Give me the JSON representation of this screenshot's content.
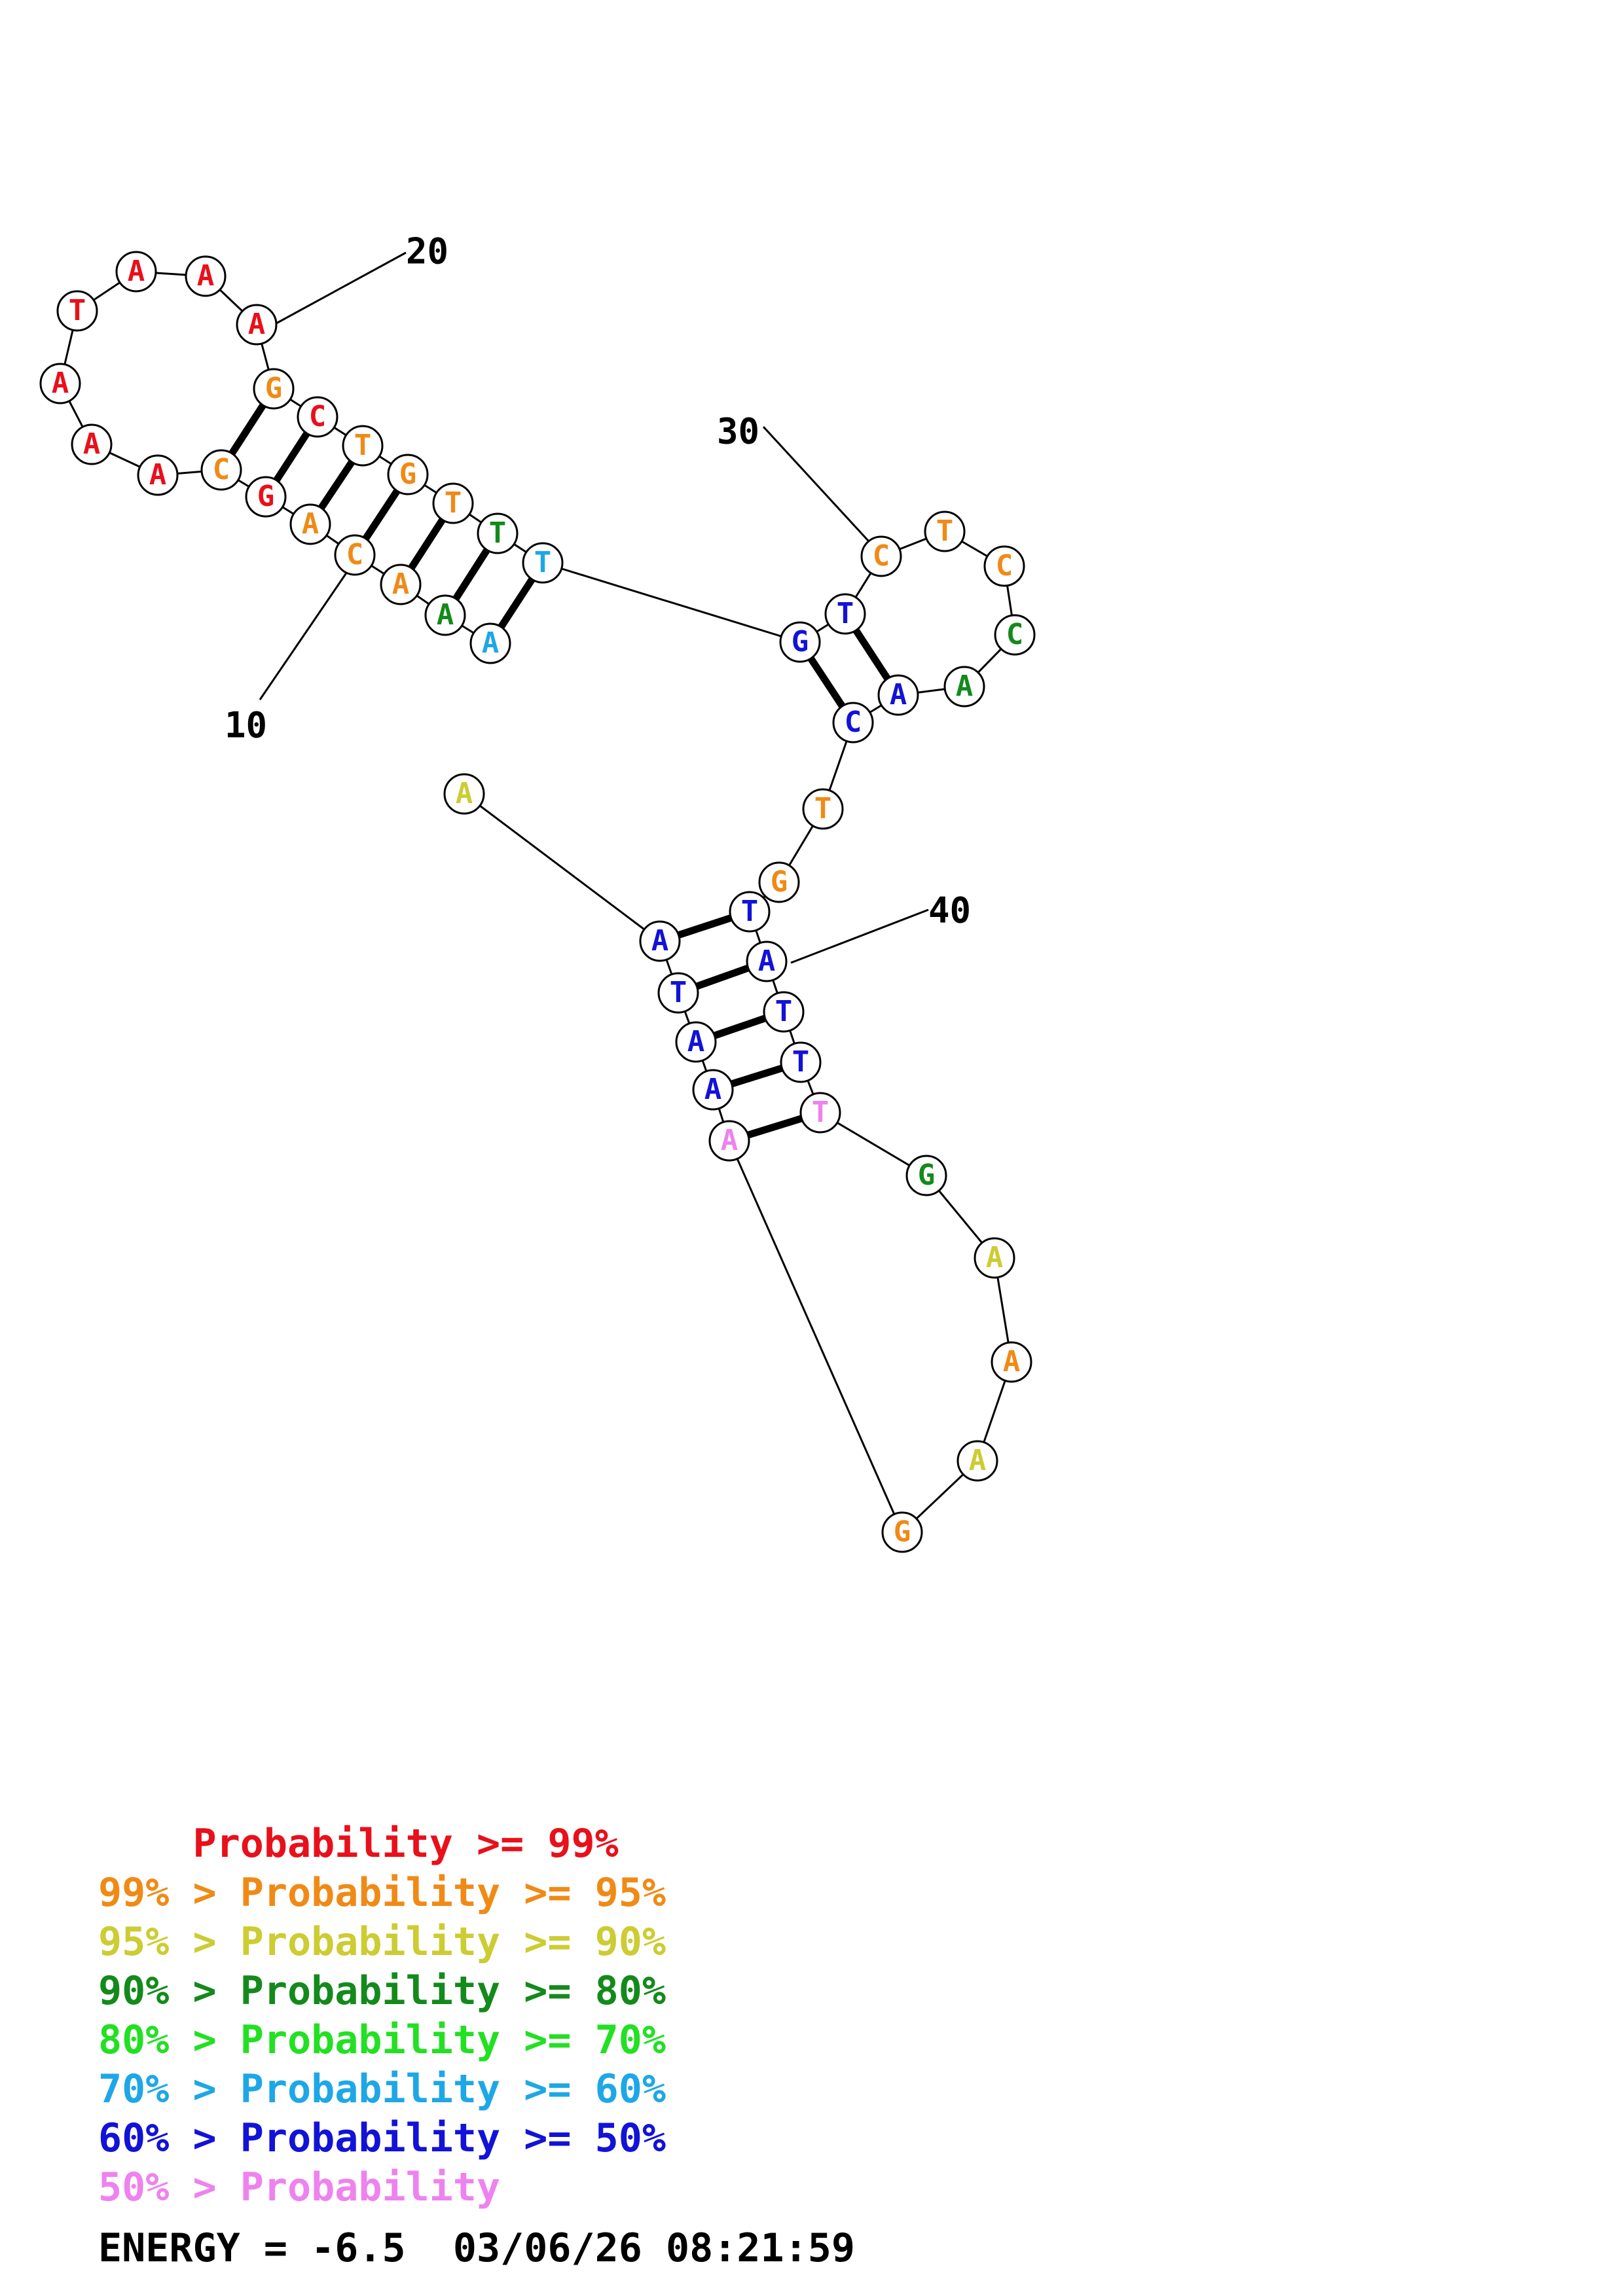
{
  "colors": {
    "red": "#e8101b",
    "orange": "#f08a16",
    "yellow": "#cccc33",
    "darkgreen": "#138a1b",
    "green": "#22e022",
    "cyan": "#1ea7e6",
    "blue": "#1212d8",
    "pink": "#ee82ee"
  },
  "sequence": [
    {
      "n": 1,
      "base": "A",
      "color": "cyan"
    },
    {
      "n": 2,
      "base": "A",
      "color": "darkgreen"
    },
    {
      "n": 3,
      "base": "A",
      "color": "orange"
    },
    {
      "n": 4,
      "base": "C",
      "color": "orange"
    },
    {
      "n": 5,
      "base": "A",
      "color": "orange"
    },
    {
      "n": 6,
      "base": "G",
      "color": "red"
    },
    {
      "n": 7,
      "base": "C",
      "color": "orange"
    },
    {
      "n": 8,
      "base": "A",
      "color": "red"
    },
    {
      "n": 9,
      "base": "A",
      "color": "red"
    },
    {
      "n": 10,
      "base": "A",
      "color": "red"
    },
    {
      "n": 11,
      "base": "T",
      "color": "red"
    },
    {
      "n": 12,
      "base": "A",
      "color": "red"
    },
    {
      "n": 13,
      "base": "A",
      "color": "red"
    },
    {
      "n": 14,
      "base": "A",
      "color": "red"
    },
    {
      "n": 15,
      "base": "G",
      "color": "orange"
    },
    {
      "n": 16,
      "base": "C",
      "color": "red"
    },
    {
      "n": 17,
      "base": "T",
      "color": "orange"
    },
    {
      "n": 18,
      "base": "G",
      "color": "orange"
    },
    {
      "n": 19,
      "base": "T",
      "color": "orange"
    },
    {
      "n": 20,
      "base": "T",
      "color": "darkgreen"
    },
    {
      "n": 21,
      "base": "T",
      "color": "cyan"
    },
    {
      "n": 22,
      "base": "G",
      "color": "blue"
    },
    {
      "n": 23,
      "base": "T",
      "color": "blue"
    },
    {
      "n": 24,
      "base": "C",
      "color": "orange"
    },
    {
      "n": 25,
      "base": "T",
      "color": "orange"
    },
    {
      "n": 26,
      "base": "C",
      "color": "orange"
    },
    {
      "n": 27,
      "base": "C",
      "color": "darkgreen"
    },
    {
      "n": 28,
      "base": "A",
      "color": "darkgreen"
    },
    {
      "n": 29,
      "base": "A",
      "color": "blue"
    },
    {
      "n": 30,
      "base": "C",
      "color": "blue"
    },
    {
      "n": 31,
      "base": "T",
      "color": "orange"
    },
    {
      "n": 32,
      "base": "G",
      "color": "orange"
    },
    {
      "n": 33,
      "base": "T",
      "color": "blue"
    },
    {
      "n": 34,
      "base": "A",
      "color": "blue"
    },
    {
      "n": 35,
      "base": "T",
      "color": "blue"
    },
    {
      "n": 36,
      "base": "T",
      "color": "blue"
    },
    {
      "n": 37,
      "base": "T",
      "color": "pink"
    },
    {
      "n": 38,
      "base": "G",
      "color": "darkgreen"
    },
    {
      "n": 39,
      "base": "A",
      "color": "yellow"
    },
    {
      "n": 40,
      "base": "A",
      "color": "orange"
    },
    {
      "n": 41,
      "base": "A",
      "color": "yellow"
    },
    {
      "n": 42,
      "base": "G",
      "color": "orange"
    },
    {
      "n": 43,
      "base": "A",
      "color": "pink"
    },
    {
      "n": 44,
      "base": "A",
      "color": "blue"
    },
    {
      "n": 45,
      "base": "A",
      "color": "blue"
    },
    {
      "n": 46,
      "base": "T",
      "color": "blue"
    },
    {
      "n": 47,
      "base": "A",
      "color": "blue"
    },
    {
      "n": 48,
      "base": "A",
      "color": "yellow"
    }
  ],
  "pairs": [
    [
      1,
      21
    ],
    [
      2,
      20
    ],
    [
      3,
      19
    ],
    [
      4,
      18
    ],
    [
      5,
      17
    ],
    [
      6,
      16
    ],
    [
      7,
      15
    ],
    [
      22,
      30
    ],
    [
      23,
      29
    ],
    [
      33,
      47
    ],
    [
      34,
      46
    ],
    [
      35,
      45
    ],
    [
      36,
      44
    ],
    [
      37,
      43
    ]
  ],
  "number_labels": [
    {
      "text": "20",
      "base": 14
    },
    {
      "text": "30",
      "base": 24
    },
    {
      "text": "10",
      "base": 4
    },
    {
      "text": "40",
      "base": 34
    }
  ],
  "legend": [
    {
      "prefix": "    ",
      "text": "Probability >= 99%",
      "color": "red"
    },
    {
      "prefix": "99% > ",
      "text": "Probability >= 95%",
      "color": "orange"
    },
    {
      "prefix": "95% > ",
      "text": "Probability >= 90%",
      "color": "yellow"
    },
    {
      "prefix": "90% > ",
      "text": "Probability >= 80%",
      "color": "darkgreen"
    },
    {
      "prefix": "80% > ",
      "text": "Probability >= 70%",
      "color": "green"
    },
    {
      "prefix": "70% > ",
      "text": "Probability >= 60%",
      "color": "cyan"
    },
    {
      "prefix": "60% > ",
      "text": "Probability >= 50%",
      "color": "blue"
    },
    {
      "prefix": "50% > ",
      "text": "Probability",
      "color": "pink"
    }
  ],
  "energy": {
    "label": "ENERGY = -6.5",
    "timestamp": "03/06/26 08:21:59"
  }
}
